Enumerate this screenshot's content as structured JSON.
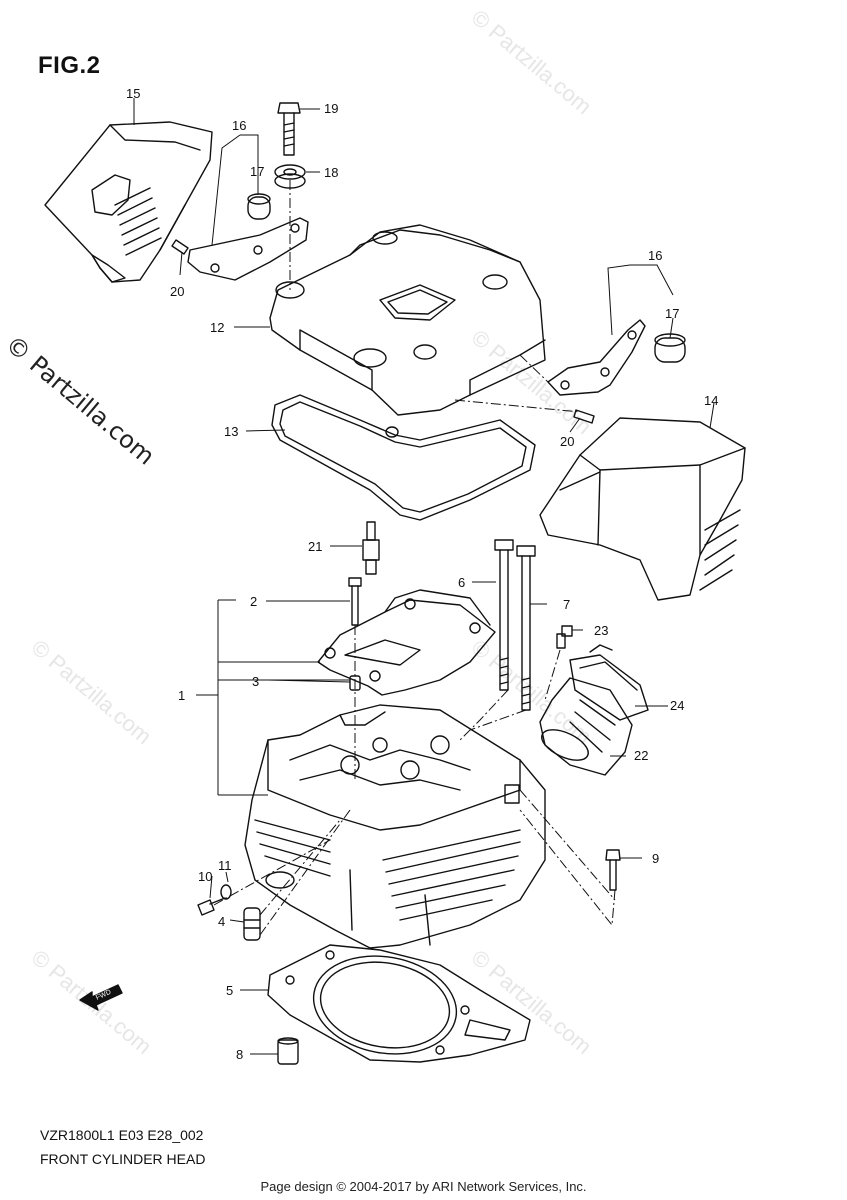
{
  "figure": {
    "title": "FIG.2",
    "model_code": "VZR1800L1 E03 E28_002",
    "section_name": "FRONT CYLINDER HEAD"
  },
  "watermark": {
    "side_text": "© Partzilla.com",
    "tile_text": "© Partzilla.com"
  },
  "footer": {
    "text": "Page design © 2004-2017 by ARI Network Services, Inc."
  },
  "fwd_label": "FWD",
  "callouts": [
    {
      "id": "c15",
      "label": "15"
    },
    {
      "id": "c16a",
      "label": "16"
    },
    {
      "id": "c17a",
      "label": "17"
    },
    {
      "id": "c19",
      "label": "19"
    },
    {
      "id": "c18",
      "label": "18"
    },
    {
      "id": "c20a",
      "label": "20"
    },
    {
      "id": "c12",
      "label": "12"
    },
    {
      "id": "c16b",
      "label": "16"
    },
    {
      "id": "c17b",
      "label": "17"
    },
    {
      "id": "c14",
      "label": "14"
    },
    {
      "id": "c13",
      "label": "13"
    },
    {
      "id": "c20b",
      "label": "20"
    },
    {
      "id": "c21",
      "label": "21"
    },
    {
      "id": "c6",
      "label": "6"
    },
    {
      "id": "c2",
      "label": "2"
    },
    {
      "id": "c7",
      "label": "7"
    },
    {
      "id": "c23",
      "label": "23"
    },
    {
      "id": "c1",
      "label": "1"
    },
    {
      "id": "c3",
      "label": "3"
    },
    {
      "id": "c24",
      "label": "24"
    },
    {
      "id": "c22",
      "label": "22"
    },
    {
      "id": "c9",
      "label": "9"
    },
    {
      "id": "c11",
      "label": "11"
    },
    {
      "id": "c10",
      "label": "10"
    },
    {
      "id": "c4",
      "label": "4"
    },
    {
      "id": "c5",
      "label": "5"
    },
    {
      "id": "c8",
      "label": "8"
    }
  ]
}
